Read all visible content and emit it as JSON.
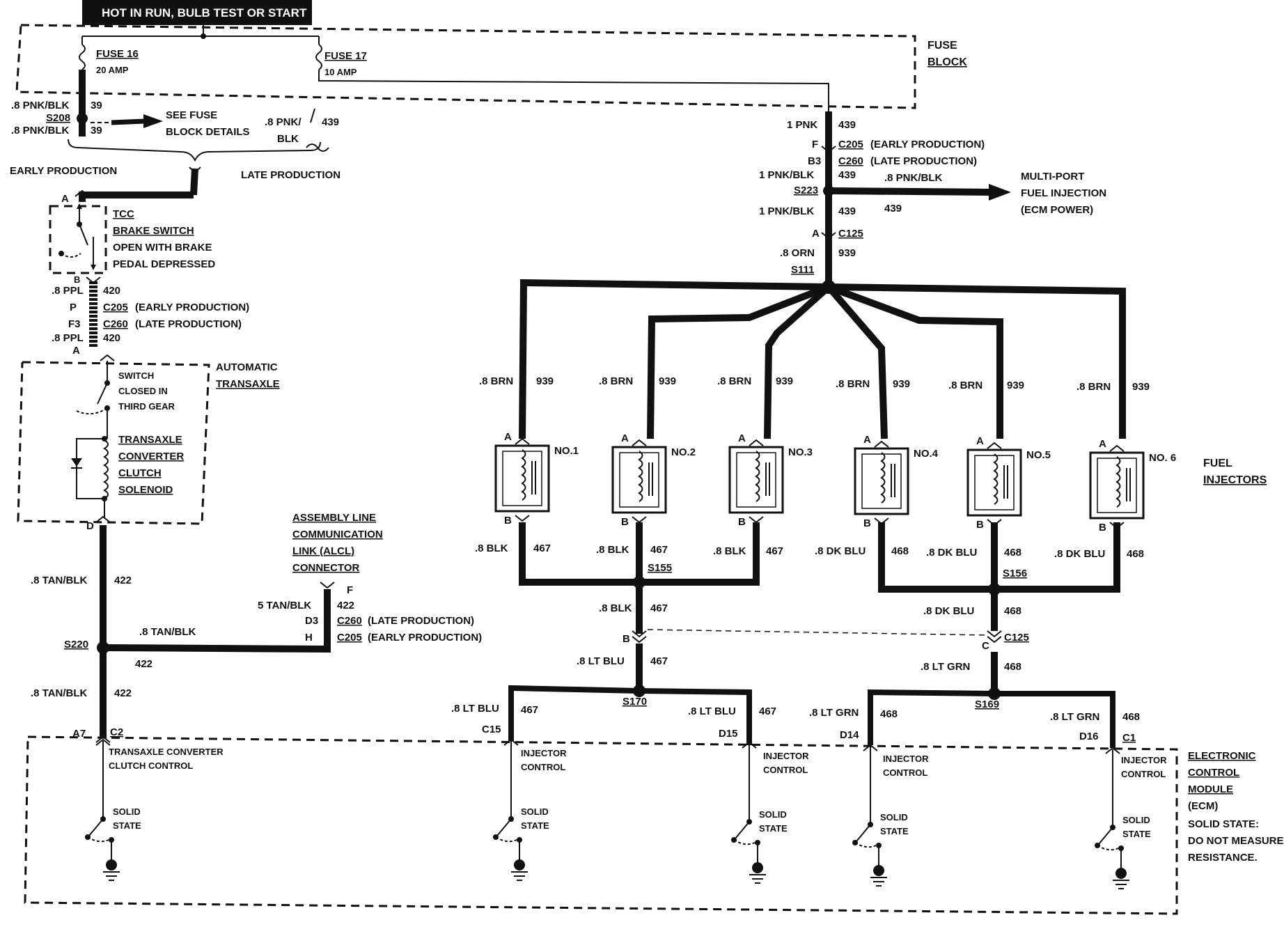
{
  "power_label": "HOT IN RUN, BULB TEST OR START",
  "fuse_block": {
    "label_1": "FUSE",
    "label_2": "BLOCK",
    "fuse16_name": "FUSE 16",
    "fuse16_rating": "20 AMP",
    "fuse17_name": "FUSE 17",
    "fuse17_rating": "10 AMP",
    "see_details_1": "SEE FUSE",
    "see_details_2": "BLOCK DETAILS"
  },
  "left_wires": {
    "pnk_blk": ".8 PNK/BLK",
    "circuit_39": "39",
    "s208": "S208",
    "pnk_blk_17a": ".8 PNK/",
    "pnk_blk_17b": "BLK",
    "circuit_439": "439",
    "early_production": "EARLY PRODUCTION",
    "late_production": "LATE PRODUCTION",
    "pin_a": "A",
    "pin_b": "B",
    "tcc_1": "TCC",
    "tcc_2": "BRAKE SWITCH",
    "tcc_3": "OPEN WITH BRAKE",
    "tcc_4": "PEDAL DEPRESSED",
    "ppl": ".8 PPL",
    "circuit_420": "420",
    "pin_p": "P",
    "pin_f3": "F3",
    "c205": "C205",
    "c260": "C260",
    "early_paren": "(EARLY PRODUCTION)",
    "late_paren": "(LATE PRODUCTION)",
    "auto_1": "AUTOMATIC",
    "auto_2": "TRANSAXLE",
    "switch_1": "SWITCH",
    "switch_2": "CLOSED IN",
    "switch_3": "THIRD GEAR",
    "tcs_1": "TRANSAXLE",
    "tcs_2": "CONVERTER",
    "tcs_3": "CLUTCH",
    "tcs_4": "SOLENOID",
    "pin_d": "D",
    "tan_blk": ".8 TAN/BLK",
    "circuit_422": "422",
    "s220": "S220",
    "alcl_1": "ASSEMBLY LINE",
    "alcl_2": "COMMUNICATION",
    "alcl_3": "LINK (ALCL)",
    "alcl_4": "CONNECTOR",
    "pin_f": "F",
    "tan_blk_5": "5 TAN/BLK",
    "pin_d3": "D3",
    "pin_h": "H",
    "pin_a7": "A7",
    "pin_c2": "C2"
  },
  "right_wires": {
    "pnk": "1 PNK",
    "circuit_439": "439",
    "pin_f": "F",
    "pin_b3": "B3",
    "c205": "C205",
    "c260": "C260",
    "early_paren": "(EARLY PRODUCTION)",
    "late_paren": "(LATE PRODUCTION)",
    "pnk_blk": "1 PNK/BLK",
    "pnk_blk_8": ".8 PNK/BLK",
    "s223": "S223",
    "mpfi_1": "MULTI-PORT",
    "mpfi_2": "FUEL INJECTION",
    "mpfi_3": "(ECM POWER)",
    "pin_a": "A",
    "c125": "C125",
    "orn": ".8 ORN",
    "circuit_939": "939",
    "s111": "S111",
    "brn": ".8 BRN",
    "blk": ".8 BLK",
    "circuit_467": "467",
    "dk_blu": ".8 DK BLU",
    "circuit_468": "468",
    "s155": "S155",
    "s156": "S156",
    "pin_b": "B",
    "pin_c": "C",
    "lt_blu": ".8 LT BLU",
    "lt_grn": ".8 LT GRN",
    "s170": "S170",
    "s169": "S169",
    "fuel_injectors_1": "FUEL",
    "fuel_injectors_2": "INJECTORS"
  },
  "injectors": [
    "NO.1",
    "NO.2",
    "NO.3",
    "NO.4",
    "NO.5",
    "NO. 6"
  ],
  "ecm": {
    "label_1": "ELECTRONIC",
    "label_2": "CONTROL",
    "label_3": "MODULE",
    "label_4": "(ECM)",
    "note_1": "SOLID STATE:",
    "note_2": "DO NOT MEASURE",
    "note_3": "RESISTANCE.",
    "tcc_control_1": "TRANSAXLE CONVERTER",
    "tcc_control_2": "CLUTCH CONTROL",
    "injector_control_1": "INJECTOR",
    "injector_control_2": "CONTROL",
    "solid_1": "SOLID",
    "solid_2": "STATE",
    "pin_c15": "C15",
    "pin_d15": "D15",
    "pin_d14": "D14",
    "pin_d16": "D16",
    "pin_c1": "C1"
  }
}
